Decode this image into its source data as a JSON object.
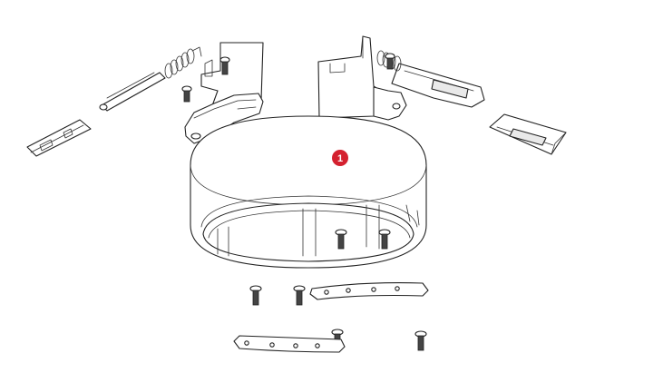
{
  "callout": {
    "label": "1",
    "color": "#d4212f"
  },
  "parts": [
    "mounting-ring",
    "left-bracket",
    "right-bracket",
    "left-spring-rod",
    "right-spring-clip",
    "left-slide-clip",
    "right-slide-clip",
    "screws",
    "curved-plates"
  ]
}
